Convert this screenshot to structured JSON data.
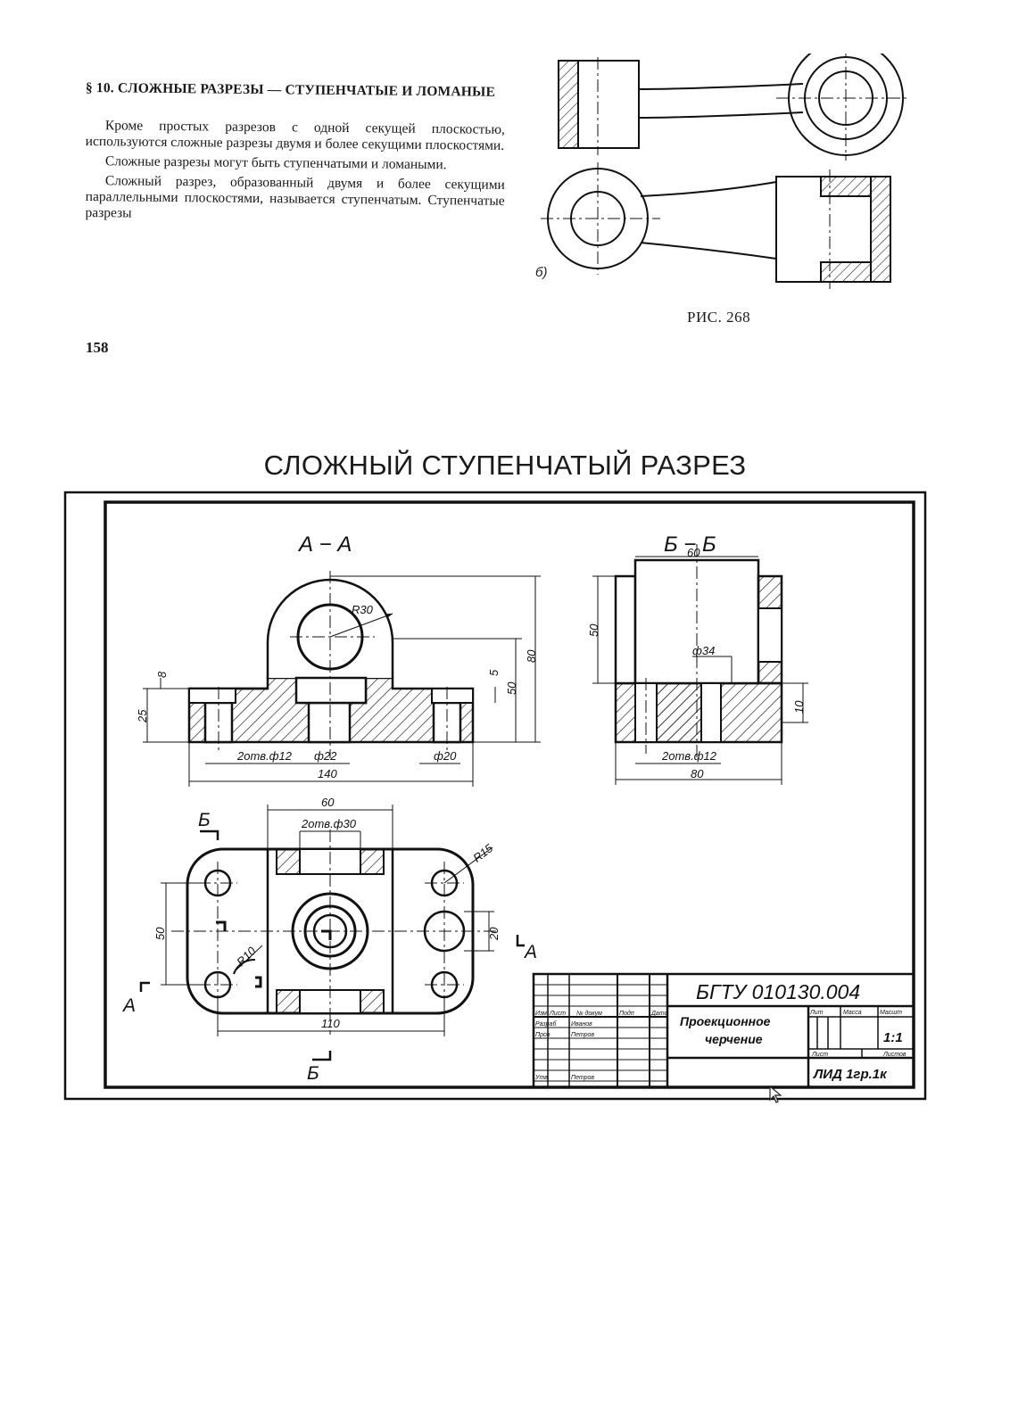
{
  "book": {
    "section_heading": "§ 10. СЛОЖНЫЕ РАЗРЕЗЫ — СТУПЕНЧАТЫЕ И ЛОМАНЫЕ",
    "paragraphs": [
      "Кроме простых разрезов с одной секущей плоскостью, используются сложные разрезы двумя и более секущими плоскостями.",
      "Сложные разрезы могут быть ступенчатыми и ломаными.",
      "Сложный разрез, образованный двумя и более секущими параллельными плоскостями, называется ступенчатым. Ступенчатые разрезы"
    ],
    "page_number": "158",
    "figure_caption": "РИС. 268",
    "figure_sub_label": "б)"
  },
  "slide": {
    "title": "СЛОЖНЫЙ СТУПЕНЧАТЫЙ РАЗРЕЗ"
  },
  "drawing": {
    "section_aa_label": "А − А",
    "section_bb_label": "Б − Б",
    "cut_marks": {
      "b_top": "Б",
      "b_bottom": "Б",
      "a_left": "А",
      "a_right": "А"
    },
    "dims_aa": {
      "r30": "R30",
      "d8": "8",
      "d25": "25",
      "d5": "5",
      "d50": "50",
      "d80": "80",
      "holes12": "2отв.ф12",
      "d22": "ф22",
      "d20": "ф20",
      "d140": "140"
    },
    "dims_bb": {
      "d60": "60",
      "d50": "50",
      "d34": "ф34",
      "d10": "10",
      "holes12": "2отв.ф12",
      "d80": "80"
    },
    "dims_plan": {
      "d60": "60",
      "holes30": "2отв.ф30",
      "r15": "R15",
      "d50": "50",
      "d20": "20",
      "r10": "R10",
      "d110": "110"
    },
    "title_block": {
      "designation": "БГТУ 010130.004",
      "name_line1": "Проекционное",
      "name_line2": "черчение",
      "scale": "1:1",
      "organization": "ЛИД 1гр.1к",
      "col_lit": "Лит",
      "col_mass": "Масса",
      "col_scale": "Масшт",
      "row_sheet": "Лист",
      "row_sheets": "Листов",
      "hdr_izm": "Изм",
      "hdr_list": "Лист",
      "hdr_doc": "№ докум",
      "hdr_sign": "Подп",
      "hdr_date": "Дата",
      "role_dev": "Разраб",
      "name_dev": "Иванов",
      "role_check": "Пров",
      "name_check": "Петров",
      "role_appr": "Утв",
      "name_appr": "Петров"
    }
  }
}
